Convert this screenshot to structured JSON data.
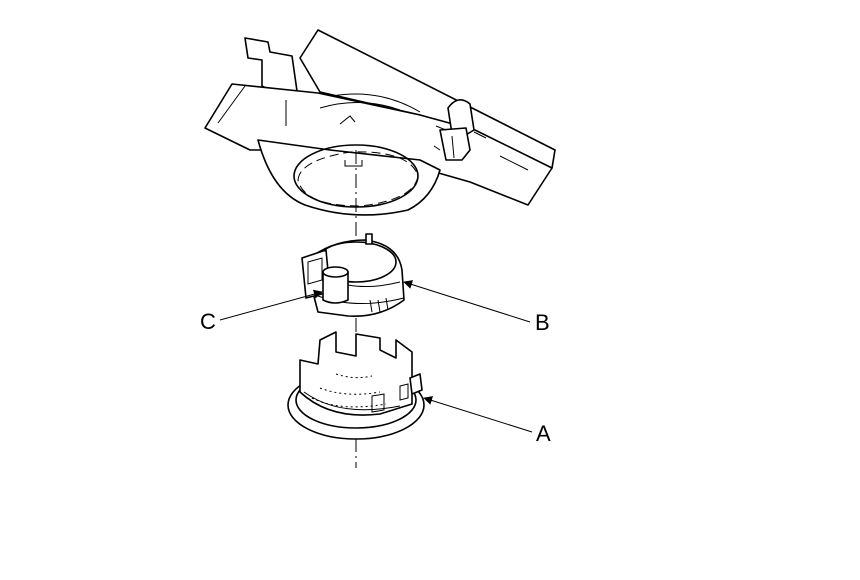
{
  "diagram": {
    "callouts": {
      "a": "A",
      "b": "B",
      "c": "C"
    }
  }
}
